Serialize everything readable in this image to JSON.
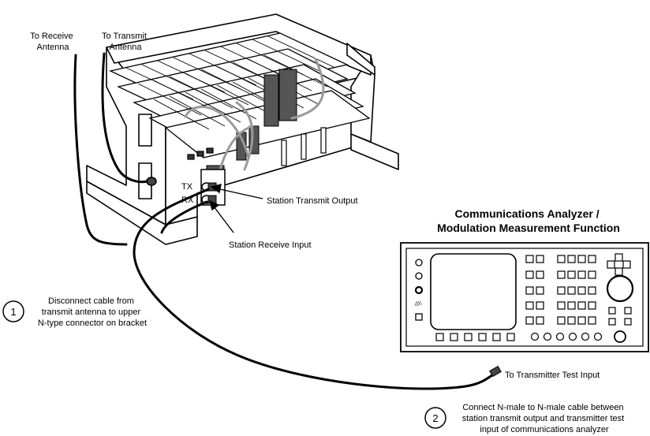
{
  "labels": {
    "receive_antenna": [
      "To Receive",
      "Antenna"
    ],
    "transmit_antenna": [
      "To Transmit",
      "Antenna"
    ],
    "tx": "TX",
    "rx": "RX",
    "station_transmit_output": "Station Transmit Output",
    "station_receive_input": "Station Receive Input",
    "transmitter_test_input": "To Transmitter Test Input"
  },
  "analyzer": {
    "title": [
      "Communications Analyzer /",
      "Modulation Measurement Function"
    ]
  },
  "steps": [
    {
      "number": "1",
      "text": [
        "Disconnect cable from",
        "transmit antenna to upper",
        "N-type connector on bracket"
      ]
    },
    {
      "number": "2",
      "text": [
        "Connect N-male to N-male cable between",
        "station transmit output and transmitter test",
        "input of communications analyzer"
      ]
    }
  ]
}
